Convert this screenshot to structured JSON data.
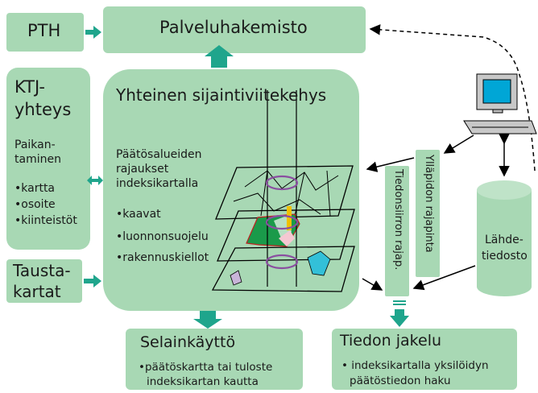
{
  "pth": "PTH",
  "palveluhakemisto": "Palveluhakemisto",
  "ktj": {
    "title_1": "KTJ-",
    "title_2": "yhteys",
    "sub_1": "Paikan-",
    "sub_2": "taminen",
    "items": [
      "•kartta",
      "•osoite",
      "•kiinteistöt"
    ]
  },
  "tausta": {
    "line_1": "Tausta-",
    "line_2": "kartat"
  },
  "center": {
    "title": "Yhteinen sijaintiviitekehys",
    "desc_1": "Päätösalueiden",
    "desc_2": "rajaukset",
    "desc_3": "indeksikartalla",
    "bullets": [
      "•kaavat",
      "•luonnonsuojelu",
      "•rakennuskiellot"
    ]
  },
  "selain": {
    "title": "Selainkäyttö",
    "line_1": "•päätöskartta tai tuloste",
    "line_2": "indeksikartan kautta"
  },
  "jakelu": {
    "title": "Tiedon jakelu",
    "line_1": "• indeksikartalla yksilöidyn",
    "line_2": "päätöstiedon haku"
  },
  "yllapito": "Ylläpidon rajapinta",
  "tiedonsiirto": "Tiedonsiirron rajap.",
  "lahde": {
    "line_1": "Lähde-",
    "line_2": "tiedosto"
  },
  "colors": {
    "box": "#a8d8b4",
    "arrow": "#1fa58c",
    "ring": "#8a4fa0",
    "dark_green": "#1a9a4a",
    "cyan": "#33c0d8"
  }
}
